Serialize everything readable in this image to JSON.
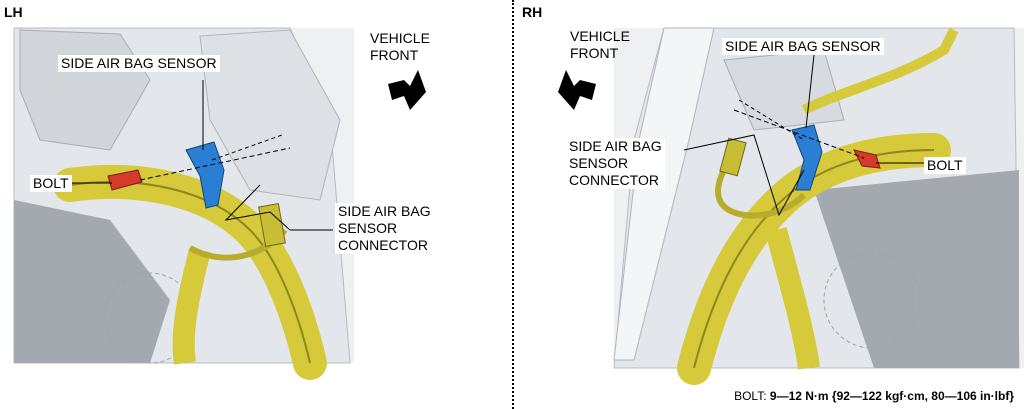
{
  "lh": {
    "side_label": "LH",
    "vehicle_front": [
      "VEHICLE",
      "FRONT"
    ],
    "sensor_label": "SIDE AIR BAG SENSOR",
    "bolt_label": "BOLT",
    "connector_label": [
      "SIDE AIR BAG",
      "SENSOR",
      "CONNECTOR"
    ]
  },
  "rh": {
    "side_label": "RH",
    "vehicle_front": [
      "VEHICLE",
      "FRONT"
    ],
    "sensor_label": "SIDE AIR BAG SENSOR",
    "bolt_label": "BOLT",
    "connector_label": [
      "SIDE AIR BAG",
      "SENSOR",
      "CONNECTOR"
    ]
  },
  "torque_spec": {
    "prefix": "BOLT: ",
    "value": "9—12 N·m {92—122 kgf·cm, 80—106 in·lbf}"
  },
  "colors": {
    "harness": "#d6c93a",
    "sensor": "#2a7fd4",
    "bolt": "#d63a2a",
    "body_panel": "#e3e6ea",
    "body_shadow": "#9ea3aa"
  }
}
